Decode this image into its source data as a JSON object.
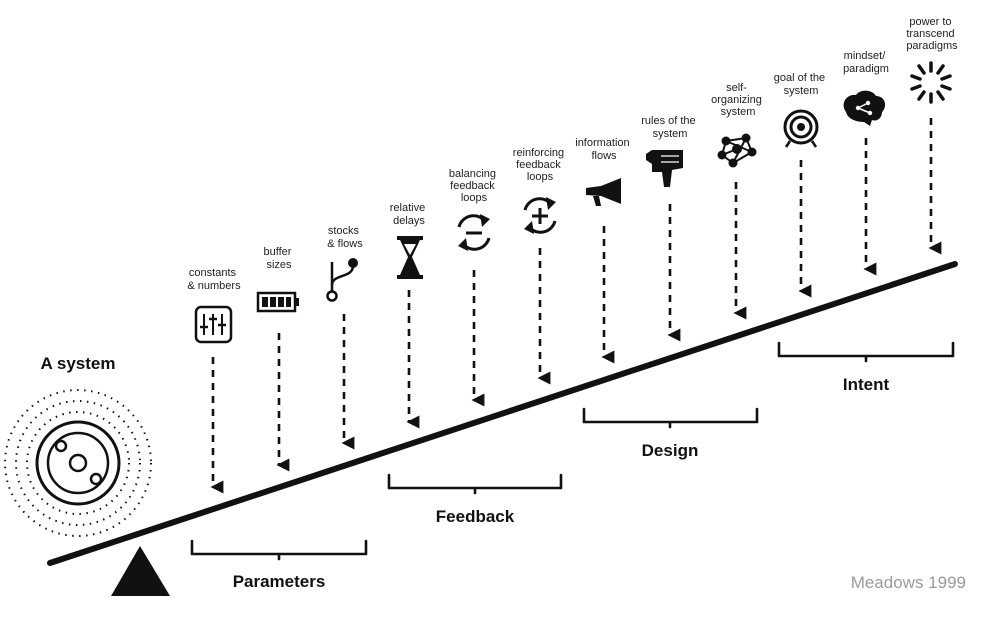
{
  "title": "A system",
  "credit": "Meadows 1999",
  "leverage_points": [
    {
      "lines": [
        "constants",
        "& numbers"
      ],
      "icon": "sliders-icon"
    },
    {
      "lines": [
        "buffer",
        "sizes"
      ],
      "icon": "battery-icon"
    },
    {
      "lines": [
        "stocks",
        "& flows"
      ],
      "icon": "branch-icon"
    },
    {
      "lines": [
        "relative",
        "delays"
      ],
      "icon": "hourglass-icon"
    },
    {
      "lines": [
        "balancing",
        "feedback",
        "loops"
      ],
      "icon": "balancing-loop-icon"
    },
    {
      "lines": [
        "reinforcing",
        "feedback",
        "loops"
      ],
      "icon": "reinforcing-loop-icon"
    },
    {
      "lines": [
        "information",
        "flows"
      ],
      "icon": "megaphone-icon"
    },
    {
      "lines": [
        "rules of the",
        "system"
      ],
      "icon": "pointing-hand-icon"
    },
    {
      "lines": [
        "self-",
        "organizing",
        "system"
      ],
      "icon": "network-icon"
    },
    {
      "lines": [
        "goal of the",
        "system"
      ],
      "icon": "target-icon"
    },
    {
      "lines": [
        "mindset/",
        "paradigm"
      ],
      "icon": "brain-icon"
    },
    {
      "lines": [
        "power to",
        "transcend",
        "paradigms"
      ],
      "icon": "burst-icon"
    }
  ],
  "groups": [
    {
      "label": "Parameters"
    },
    {
      "label": "Feedback"
    },
    {
      "label": "Design"
    },
    {
      "label": "Intent"
    }
  ]
}
